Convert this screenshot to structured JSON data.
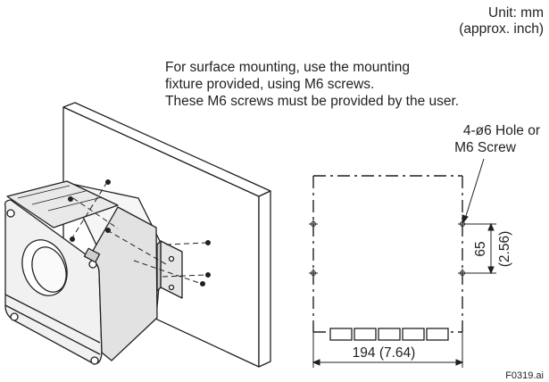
{
  "units": {
    "line1": "Unit: mm",
    "line2": "(approx. inch)"
  },
  "note": {
    "line1": "For surface mounting, use the mounting",
    "line2": "fixture provided, using M6 screws.",
    "line3": "These M6 screws must be provided by the user."
  },
  "hole_callout": {
    "line1": "4-ø6 Hole or",
    "line2": "M6 Screw"
  },
  "dimensions": {
    "vertical": {
      "value": "65",
      "inch": "(2.56)"
    },
    "horizontal": {
      "label": "194 (7.64)"
    }
  },
  "drawing_code": "F0319.ai"
}
